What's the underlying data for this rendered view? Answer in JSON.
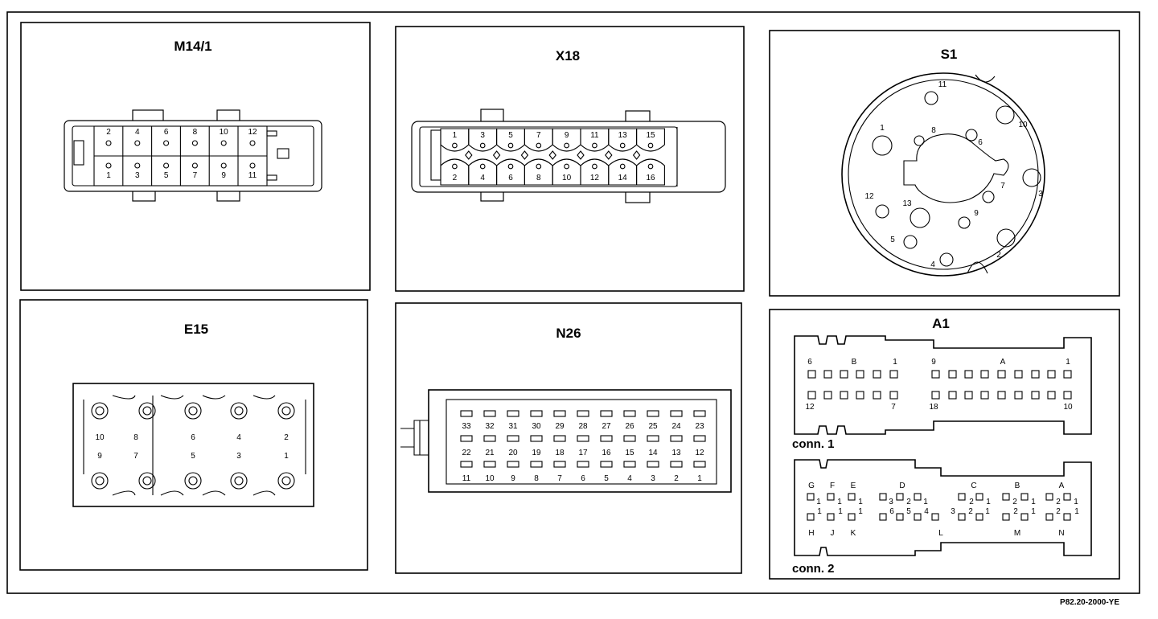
{
  "diagram_code": "P82.20-2000-YE",
  "panels": {
    "m14": {
      "title": "M14/1",
      "top_pins": [
        "2",
        "4",
        "6",
        "8",
        "10",
        "12"
      ],
      "bottom_pins": [
        "1",
        "3",
        "5",
        "7",
        "9",
        "11"
      ]
    },
    "x18": {
      "title": "X18",
      "top_pins": [
        "1",
        "3",
        "5",
        "7",
        "9",
        "11",
        "13",
        "15"
      ],
      "bottom_pins": [
        "2",
        "4",
        "6",
        "8",
        "10",
        "12",
        "14",
        "16"
      ]
    },
    "s1": {
      "title": "S1",
      "pins": [
        "1",
        "2",
        "3",
        "4",
        "5",
        "6",
        "7",
        "8",
        "9",
        "10",
        "11",
        "12",
        "13"
      ]
    },
    "e15": {
      "title": "E15",
      "top_pins": [
        "10",
        "8",
        "6",
        "4",
        "2"
      ],
      "bottom_pins": [
        "9",
        "7",
        "5",
        "3",
        "1"
      ]
    },
    "n26": {
      "title": "N26",
      "row1": [
        "33",
        "32",
        "31",
        "30",
        "29",
        "28",
        "27",
        "26",
        "25",
        "24",
        "23"
      ],
      "row2": [
        "22",
        "21",
        "20",
        "19",
        "18",
        "17",
        "16",
        "15",
        "14",
        "13",
        "12"
      ],
      "row3": [
        "11",
        "10",
        "9",
        "8",
        "7",
        "6",
        "5",
        "4",
        "3",
        "2",
        "1"
      ]
    },
    "a1": {
      "title": "A1",
      "conn1_label": "conn. 1",
      "conn2_label": "conn. 2",
      "conn1_labels_top": [
        "6",
        "B",
        "1",
        "9",
        "A",
        "1"
      ],
      "conn1_labels_bottom": [
        "12",
        "7",
        "18",
        "10"
      ],
      "conn2_top_letters": [
        "G",
        "F",
        "E",
        "D",
        "C",
        "B",
        "A"
      ],
      "conn2_bottom_letters": [
        "H",
        "J",
        "K",
        "L",
        "M",
        "N"
      ],
      "conn2_numbers": [
        "1",
        "1",
        "1",
        "3",
        "2",
        "1",
        "2",
        "1",
        "2",
        "1",
        "2",
        "1",
        "1",
        "1",
        "1",
        "6",
        "5",
        "4",
        "3",
        "2",
        "1",
        "2",
        "1",
        "2",
        "1"
      ]
    }
  }
}
